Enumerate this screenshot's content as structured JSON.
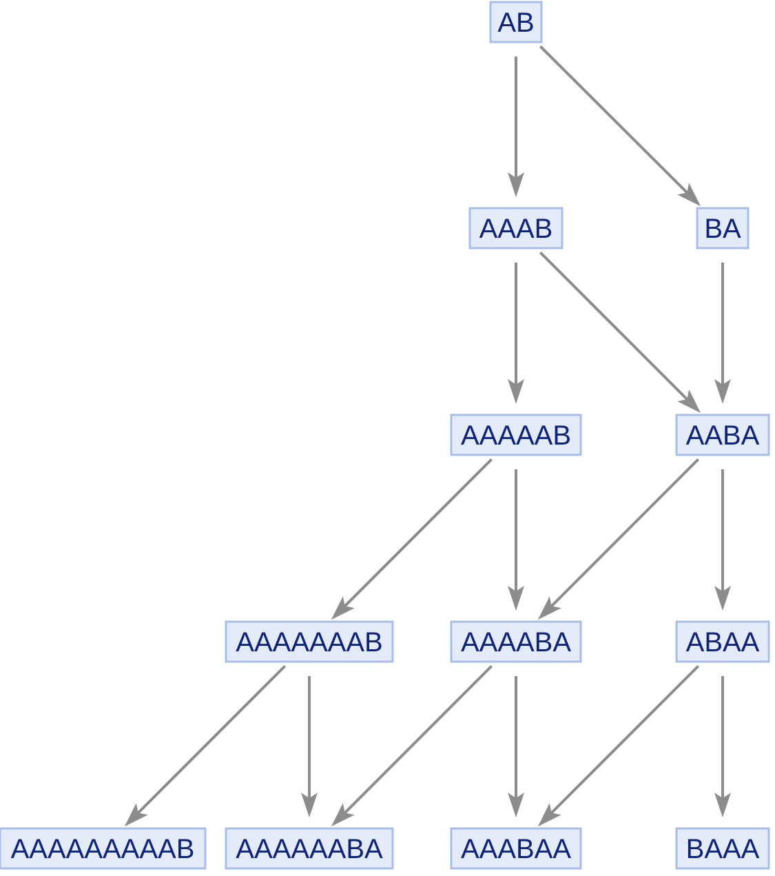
{
  "diagram": {
    "nodes": [
      {
        "id": "AB",
        "label": "AB"
      },
      {
        "id": "AAAB",
        "label": "AAAB"
      },
      {
        "id": "BA",
        "label": "BA"
      },
      {
        "id": "AAAAAB",
        "label": "AAAAAB"
      },
      {
        "id": "AABA",
        "label": "AABA"
      },
      {
        "id": "AAAAAAAB",
        "label": "AAAAAAAB"
      },
      {
        "id": "AAAABA",
        "label": "AAAABA"
      },
      {
        "id": "ABAA",
        "label": "ABAA"
      },
      {
        "id": "AAAAAAAAAB",
        "label": "AAAAAAAAAB"
      },
      {
        "id": "AAAAAABA",
        "label": "AAAAAABA"
      },
      {
        "id": "AAABAA",
        "label": "AAABAA"
      },
      {
        "id": "BAAA",
        "label": "BAAA"
      }
    ],
    "edges": [
      {
        "from": "AB",
        "to": "AAAB"
      },
      {
        "from": "AB",
        "to": "BA"
      },
      {
        "from": "AAAB",
        "to": "AAAAAB"
      },
      {
        "from": "AAAB",
        "to": "AABA"
      },
      {
        "from": "BA",
        "to": "AABA"
      },
      {
        "from": "AAAAAB",
        "to": "AAAAAAAB"
      },
      {
        "from": "AAAAAB",
        "to": "AAAABA"
      },
      {
        "from": "AABA",
        "to": "AAAABA"
      },
      {
        "from": "AABA",
        "to": "ABAA"
      },
      {
        "from": "AAAAAAAB",
        "to": "AAAAAAAAAB"
      },
      {
        "from": "AAAAAAAB",
        "to": "AAAAAABA"
      },
      {
        "from": "AAAABA",
        "to": "AAAAAABA"
      },
      {
        "from": "AAAABA",
        "to": "AAABAA"
      },
      {
        "from": "ABAA",
        "to": "AAABAA"
      },
      {
        "from": "ABAA",
        "to": "BAAA"
      }
    ]
  }
}
